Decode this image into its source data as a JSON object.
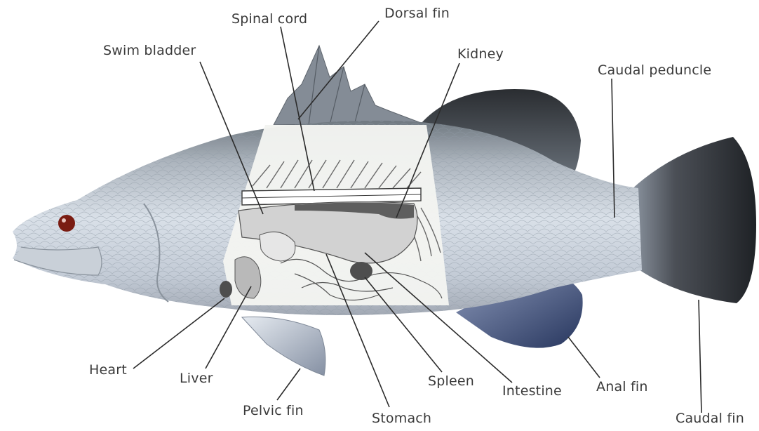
{
  "diagram": {
    "labels": {
      "spinal_cord": "Spinal cord",
      "dorsal_fin": "Dorsal fin",
      "swim_bladder": "Swim bladder",
      "kidney": "Kidney",
      "caudal_peduncle": "Caudal peduncle",
      "heart": "Heart",
      "liver": "Liver",
      "pelvic_fin": "Pelvic fin",
      "stomach": "Stomach",
      "spleen": "Spleen",
      "intestine": "Intestine",
      "anal_fin": "Anal fin",
      "caudal_fin": "Caudal fin"
    },
    "colors": {
      "body_light": "#d7dee7",
      "body_mid": "#9ea9b6",
      "back_dark": "#7d8590",
      "fin_dark": "#2f3237",
      "fin_blue": "#3d4d78",
      "panel": "#f2f3f1",
      "organ_grey": "#b9b9b9",
      "eye": "#7a1c12"
    }
  }
}
